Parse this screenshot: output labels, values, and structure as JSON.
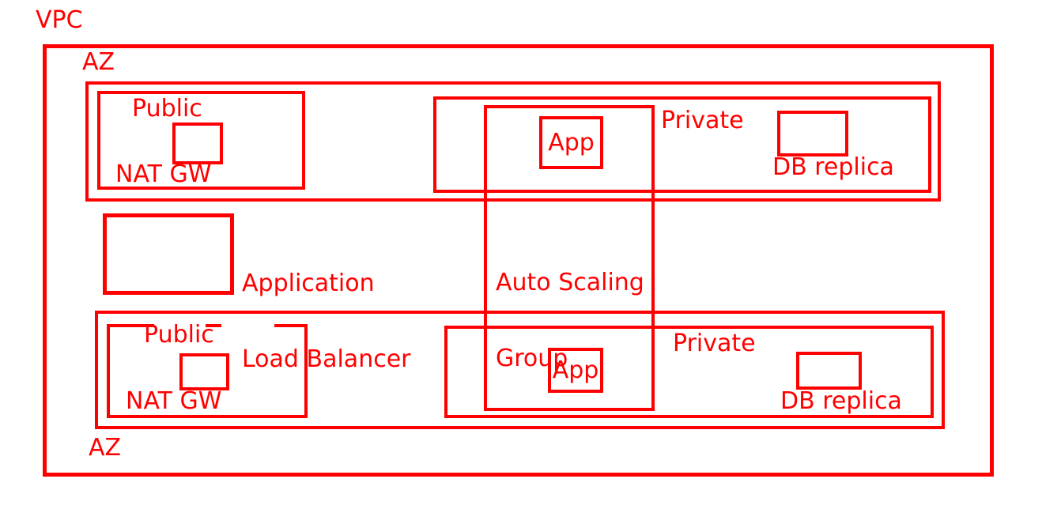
{
  "colors": {
    "line": "#ff0000",
    "text": "#ff0000",
    "background": "#ffffff"
  },
  "vpc": {
    "label": "VPC"
  },
  "az_top": {
    "label": "AZ"
  },
  "az_bottom": {
    "label": "AZ"
  },
  "subnets": {
    "public_top": {
      "label": "Public",
      "nat_gw_label": "NAT GW"
    },
    "private_top": {
      "label": "Private",
      "app_label": "App",
      "db_label": "DB replica"
    },
    "public_bottom": {
      "label": "Public",
      "nat_gw_label": "NAT GW"
    },
    "private_bottom": {
      "label": "Private",
      "app_label": "App",
      "db_label": "DB replica"
    }
  },
  "alb": {
    "line1": "Application",
    "line2": "Load Balancer"
  },
  "asg": {
    "line1": "Auto Scaling",
    "line2": "Group"
  }
}
